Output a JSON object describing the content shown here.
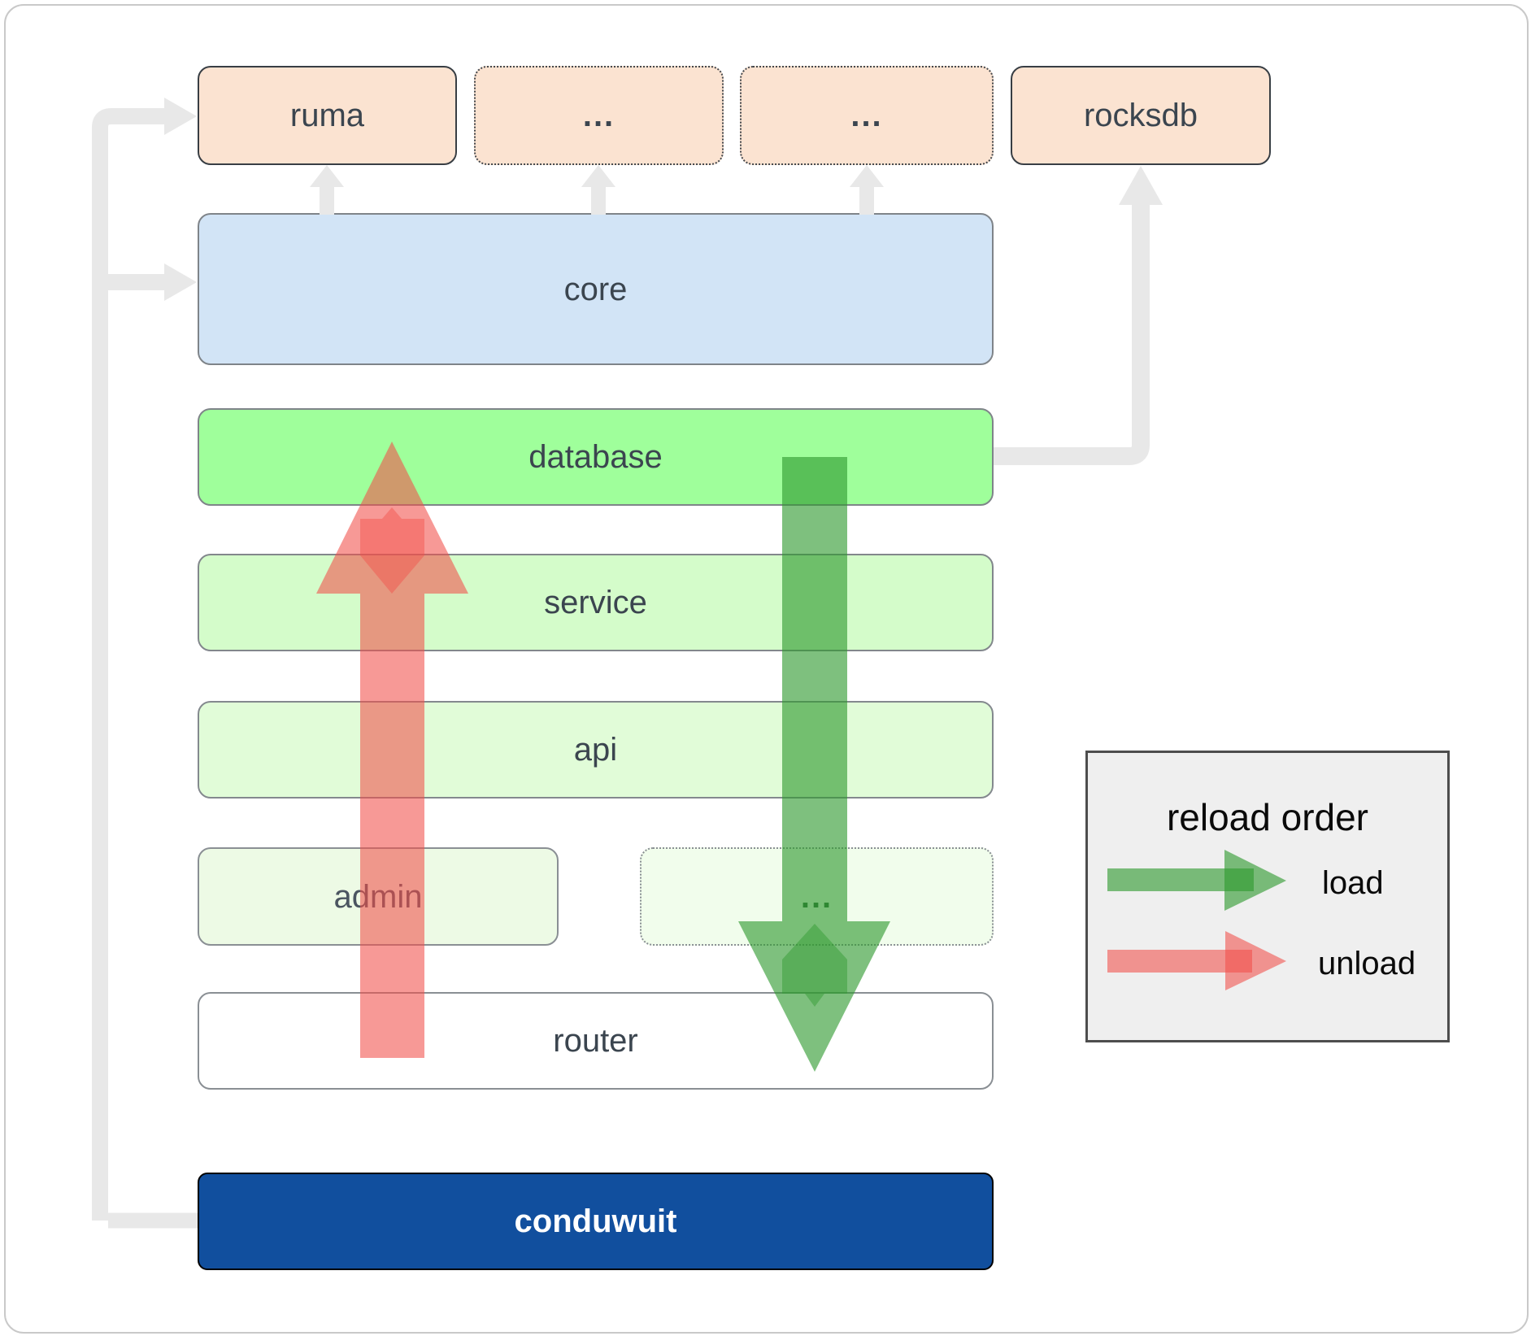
{
  "nodes": {
    "ruma": "ruma",
    "dots_top_1": "...",
    "dots_top_2": "...",
    "rocksdb": "rocksdb",
    "core": "core",
    "database": "database",
    "service": "service",
    "api": "api",
    "admin": "admin",
    "dots_admin_row": "...",
    "router": "router",
    "conduwuit": "conduwuit"
  },
  "legend": {
    "title": "reload order",
    "load_label": "load",
    "unload_label": "unload"
  },
  "colors": {
    "peach_fill": "#fbe3d1",
    "core_fill": "#d2e4f6",
    "database_fill": "#9fff9b",
    "service_fill": "#d4fcca",
    "api_fill": "#e1fcd8",
    "admin_fill": "#edfae5",
    "router_fill": "#ffffff",
    "conduwuit_fill": "#114f9e",
    "connector_gray": "#e8e8e8",
    "load_green": "#2e992e",
    "unload_red": "#f2504a",
    "legend_bg": "#efefef"
  }
}
